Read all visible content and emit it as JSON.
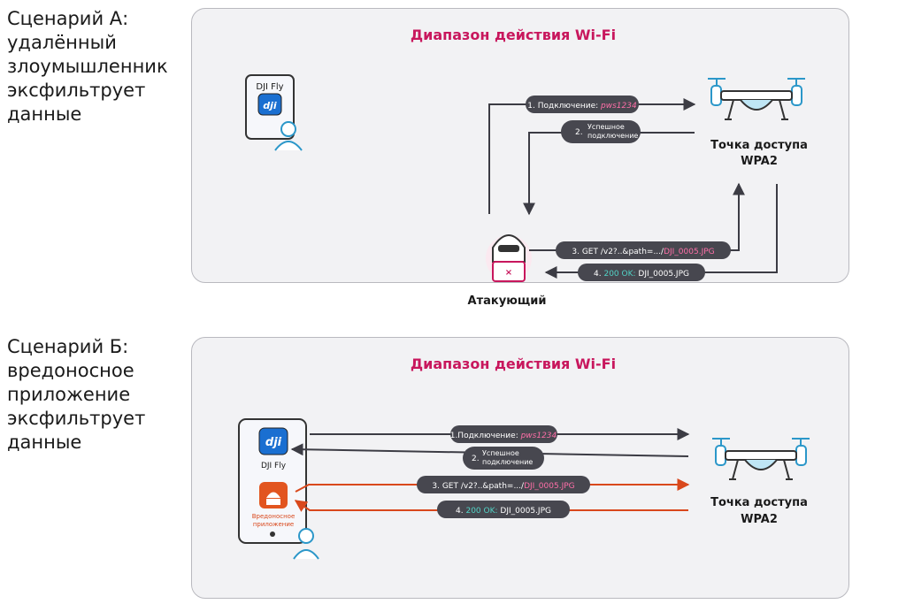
{
  "scenario_a": {
    "heading_lines": [
      "Сценарий А:",
      "удалённый",
      "злоумышленник",
      "эксфильтрует",
      "данные"
    ],
    "wifi_title": "Диапазон действия Wi-Fi",
    "app_label": "DJI Fly",
    "access_point": [
      "Точка доступа",
      "WPA2"
    ],
    "attacker_label": "Атакующий",
    "msg1": {
      "prefix": "1. Подключение: ",
      "password": "pws1234"
    },
    "msg2": {
      "num": "2.",
      "lines": [
        "Успешное",
        "подключение"
      ]
    },
    "msg3": {
      "prefix": "3. GET /v2?..&path=.../",
      "file": "DJI_0005.JPG"
    },
    "msg4": {
      "prefix": "4. ",
      "status": "200 OK:",
      "file": " DJI_0005.JPG"
    }
  },
  "scenario_b": {
    "heading_lines": [
      "Сценарий Б:",
      "вредоносное",
      "приложение",
      "эксфильтрует",
      "данные"
    ],
    "wifi_title": "Диапазон действия Wi-Fi",
    "app_label": "DJI Fly",
    "malicious_label": [
      "Вредоносное",
      "приложение"
    ],
    "access_point": [
      "Точка доступа",
      "WPA2"
    ],
    "msg1": {
      "prefix": "1.Подключение: ",
      "password": "pws1234"
    },
    "msg2": {
      "num": "2.",
      "lines": [
        "Успешное",
        "подключение"
      ]
    },
    "msg3": {
      "prefix": "3. GET /v2?..&path=.../",
      "file": "DJI_0005.JPG"
    },
    "msg4": {
      "prefix": "4. ",
      "status": "200 OK:",
      "file": " DJI_0005.JPG"
    }
  },
  "dji_logo_text": "dji",
  "colors": {
    "accent": "#c8175d",
    "pink_text": "#ff6fa8",
    "teal_text": "#52d3c6",
    "pill": "#47474f",
    "line_dark": "#3c3c44",
    "line_orange": "#d9481c",
    "drone_blue": "#2b97c9",
    "dji_blue": "#1a6fd1",
    "android_orange": "#e2551f"
  }
}
